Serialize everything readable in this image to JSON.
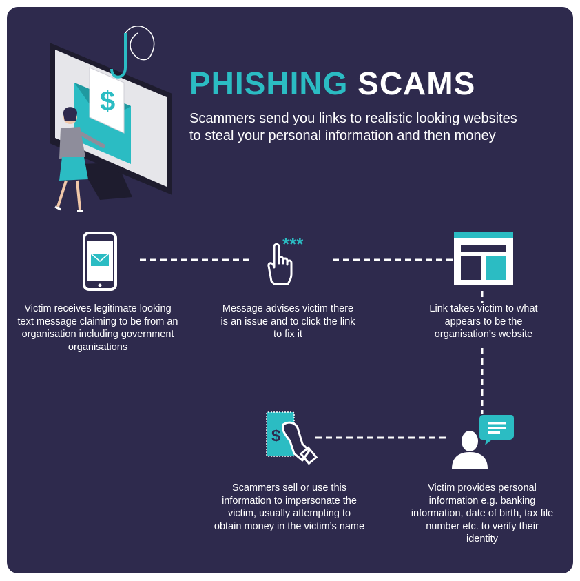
{
  "header": {
    "title_part1": "PHISHING",
    "title_part2": "SCAMS",
    "subtitle": "Scammers send you links to realistic looking websites to steal your personal information and then money"
  },
  "steps": [
    {
      "icon": "mobile-phone-envelope-icon",
      "text": "Victim receives legitimate looking text message claiming to be from an organisation including government organisations"
    },
    {
      "icon": "finger-tap-password-icon",
      "text": "Message advises victim there is an issue and to click the link to fix it"
    },
    {
      "icon": "website-window-icon",
      "text": "Link takes victim to what appears to be the organisation’s website"
    },
    {
      "icon": "person-speech-bubble-icon",
      "text": "Victim provides personal information e.g. banking information, date of birth, tax file number etc. to verify their identity"
    },
    {
      "icon": "hand-holding-money-icon",
      "text": "Scammers sell or use this information to impersonate the victim, usually attempting to obtain money in the victim’s name"
    }
  ],
  "icons": {
    "hero": "phishing-hook-monitor-illustration",
    "tap_stars": "***"
  },
  "colors": {
    "background": "#2e2a4d",
    "accent": "#2bbcc3",
    "text": "#ffffff"
  }
}
